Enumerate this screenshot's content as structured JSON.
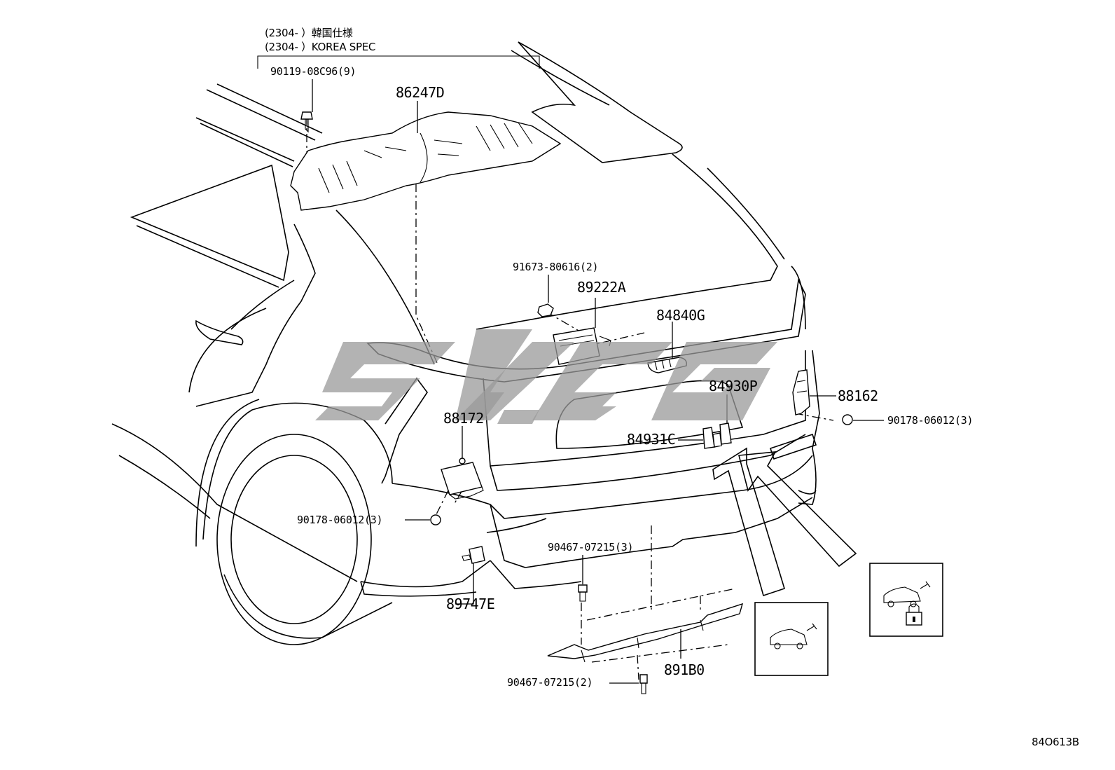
{
  "header": {
    "line1": "(2304-      ）韓国仕様",
    "line2": "(2304-      ）KOREA SPEC"
  },
  "watermark": {
    "text": "SZ-CG"
  },
  "callouts": {
    "p_90119": "90119-08C96(9)",
    "p_86247d": "86247D",
    "p_91673": "91673-80616(2)",
    "p_89222a": "89222A",
    "p_84840g": "84840G",
    "p_84930p": "84930P",
    "p_88162": "88162",
    "p_90178_right": "90178-06012(3)",
    "p_88172": "88172",
    "p_84931c": "84931C",
    "p_90178_left": "90178-06012(3)",
    "p_90467_top": "90467-07215(3)",
    "p_89747e": "89747E",
    "p_891b0": "891B0",
    "p_90467_bottom": "90467-07215(2)"
  },
  "footer": {
    "code": "84O613B"
  },
  "icons": [
    "vehicle-rear-icon",
    "vehicle-lock-icon"
  ]
}
